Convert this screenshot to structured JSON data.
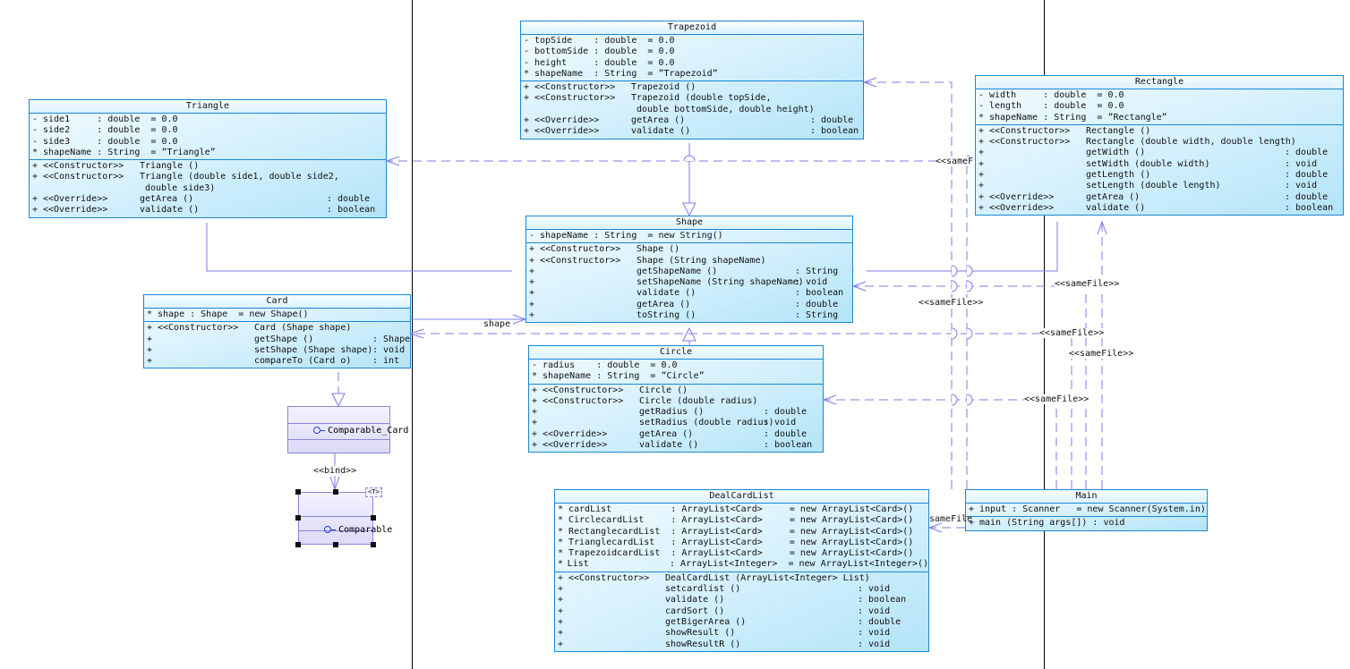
{
  "diagram": {
    "type": "UML class diagram",
    "classes": {
      "trapezoid": {
        "name": "Trapezoid",
        "attributes": [
          [
            "-",
            "topSide    : double  = 0.0"
          ],
          [
            "-",
            "bottomSide : double  = 0.0"
          ],
          [
            "-",
            "height     : double  = 0.0"
          ],
          [
            "*",
            "shapeName  : String  = ”Trapezoid”"
          ]
        ],
        "operations": [
          [
            "+",
            "<<Constructor>>",
            "Trapezoid ()",
            ""
          ],
          [
            "+",
            "<<Constructor>>",
            "Trapezoid (double topSide,",
            ""
          ],
          [
            "",
            "",
            " double bottomSide, double height)",
            ""
          ],
          [
            "+",
            "<<Override>>",
            "getArea ()",
            ": double"
          ],
          [
            "+",
            "<<Override>>",
            "validate ()",
            ": boolean"
          ]
        ]
      },
      "triangle": {
        "name": "Triangle",
        "attributes": [
          [
            "-",
            "side1     : double  = 0.0"
          ],
          [
            "-",
            "side2     : double  = 0.0"
          ],
          [
            "-",
            "side3     : double  = 0.0"
          ],
          [
            "*",
            "shapeName : String  = ”Triangle”"
          ]
        ],
        "operations": [
          [
            "+",
            "<<Constructor>>",
            "Triangle ()",
            ""
          ],
          [
            "+",
            "<<Constructor>>",
            "Triangle (double side1, double side2,",
            ""
          ],
          [
            "",
            "",
            " double side3)",
            ""
          ],
          [
            "+",
            "<<Override>>",
            "getArea ()",
            ": double"
          ],
          [
            "+",
            "<<Override>>",
            "validate ()",
            ": boolean"
          ]
        ]
      },
      "rectangle": {
        "name": "Rectangle",
        "attributes": [
          [
            "-",
            "width     : double  = 0.0"
          ],
          [
            "-",
            "length    : double  = 0.0"
          ],
          [
            "*",
            "shapeName : String  = ”Rectangle”"
          ]
        ],
        "operations": [
          [
            "+",
            "<<Constructor>>",
            "Rectangle ()",
            ""
          ],
          [
            "+",
            "<<Constructor>>",
            "Rectangle (double width, double length)",
            ""
          ],
          [
            "+",
            "",
            "getWidth ()",
            ": double"
          ],
          [
            "+",
            "",
            "setWidth (double width)",
            ": void"
          ],
          [
            "+",
            "",
            "getLength ()",
            ": double"
          ],
          [
            "+",
            "",
            "setLength (double length)",
            ": void"
          ],
          [
            "+",
            "<<Override>>",
            "getArea ()",
            ": double"
          ],
          [
            "+",
            "<<Override>>",
            "validate ()",
            ": boolean"
          ]
        ]
      },
      "shape": {
        "name": "Shape",
        "attributes": [
          [
            "-",
            "shapeName : String  = new String()"
          ]
        ],
        "operations": [
          [
            "+",
            "<<Constructor>>",
            "Shape ()",
            ""
          ],
          [
            "+",
            "<<Constructor>>",
            "Shape (String shapeName)",
            ""
          ],
          [
            "+",
            "",
            "getShapeName ()",
            ": String"
          ],
          [
            "+",
            "",
            "setShapeName (String shapeName)",
            ": void"
          ],
          [
            "+",
            "",
            "validate ()",
            ": boolean"
          ],
          [
            "+",
            "",
            "getArea ()",
            ": double"
          ],
          [
            "+",
            "",
            "toString ()",
            ": String"
          ]
        ]
      },
      "card": {
        "name": "Card",
        "attributes": [
          [
            "*",
            "shape : Shape  = new Shape()"
          ]
        ],
        "operations": [
          [
            "+",
            "<<Constructor>>",
            "Card (Shape shape)",
            ""
          ],
          [
            "+",
            "",
            "getShape ()",
            ": Shape"
          ],
          [
            "+",
            "",
            "setShape (Shape shape)",
            ": void"
          ],
          [
            "+",
            "",
            "compareTo (Card o)",
            ": int"
          ]
        ]
      },
      "circle": {
        "name": "Circle",
        "attributes": [
          [
            "-",
            "radius    : double  = 0.0"
          ],
          [
            "*",
            "shapeName : String  = ”Circle”"
          ]
        ],
        "operations": [
          [
            "+",
            "<<Constructor>>",
            "Circle ()",
            ""
          ],
          [
            "+",
            "<<Constructor>>",
            "Circle (double radius)",
            ""
          ],
          [
            "+",
            "",
            "getRadius ()",
            ": double"
          ],
          [
            "+",
            "",
            "setRadius (double radius)",
            ": void"
          ],
          [
            "+",
            "<<Override>>",
            "getArea ()",
            ": double"
          ],
          [
            "+",
            "<<Override>>",
            "validate ()",
            ": boolean"
          ]
        ]
      },
      "dealcardlist": {
        "name": "DealCardList",
        "attributes": [
          [
            "*",
            "cardList           : ArrayList<Card>     = new ArrayList<Card>()"
          ],
          [
            "*",
            "CirclecardList     : ArrayList<Card>     = new ArrayList<Card>()"
          ],
          [
            "*",
            "RectanglecardList  : ArrayList<Card>     = new ArrayList<Card>()"
          ],
          [
            "*",
            "TrianglecardList   : ArrayList<Card>     = new ArrayList<Card>()"
          ],
          [
            "*",
            "TrapezoidcardList  : ArrayList<Card>     = new ArrayList<Card>()"
          ],
          [
            "*",
            "List               : ArrayList<Integer>  = new ArrayList<Integer>()"
          ]
        ],
        "operations": [
          [
            "+",
            "<<Constructor>>",
            "DealCardList (ArrayList<Integer> List)",
            ""
          ],
          [
            "+",
            "",
            "setcardlist ()",
            ": void"
          ],
          [
            "+",
            "",
            "validate ()",
            ": boolean"
          ],
          [
            "+",
            "",
            "cardSort ()",
            ": void"
          ],
          [
            "+",
            "",
            "getBigerArea ()",
            ": double"
          ],
          [
            "+",
            "",
            "showResult ()",
            ": void"
          ],
          [
            "+",
            "",
            "showResultR ()",
            ": void"
          ]
        ]
      },
      "main": {
        "name": "Main",
        "attributes": [
          [
            "+",
            "input : Scanner   = new Scanner(System.in)"
          ]
        ],
        "operations": [
          [
            "+",
            "main (String args[]) : void"
          ]
        ]
      }
    },
    "interfaces": {
      "comparable_card": {
        "name": "Comparable_Card"
      },
      "comparable": {
        "name": "Comparable",
        "template_marker": "<T>"
      }
    },
    "labels": {
      "association_shape": "shape",
      "bind": "<<bind>>",
      "samefile": "<<sameFile>>",
      "samefile_trunc_top": "<<sameF",
      "samefile_trunc_main": "sameFile"
    },
    "colors": {
      "class_border": "#1c86d4",
      "class_fill_start": "#f2fbff",
      "class_fill_end": "#b3e4f8",
      "connector": "#7b7bea",
      "interface_border": "#8a85e0",
      "interface_fill": "#dcdaf7"
    }
  }
}
